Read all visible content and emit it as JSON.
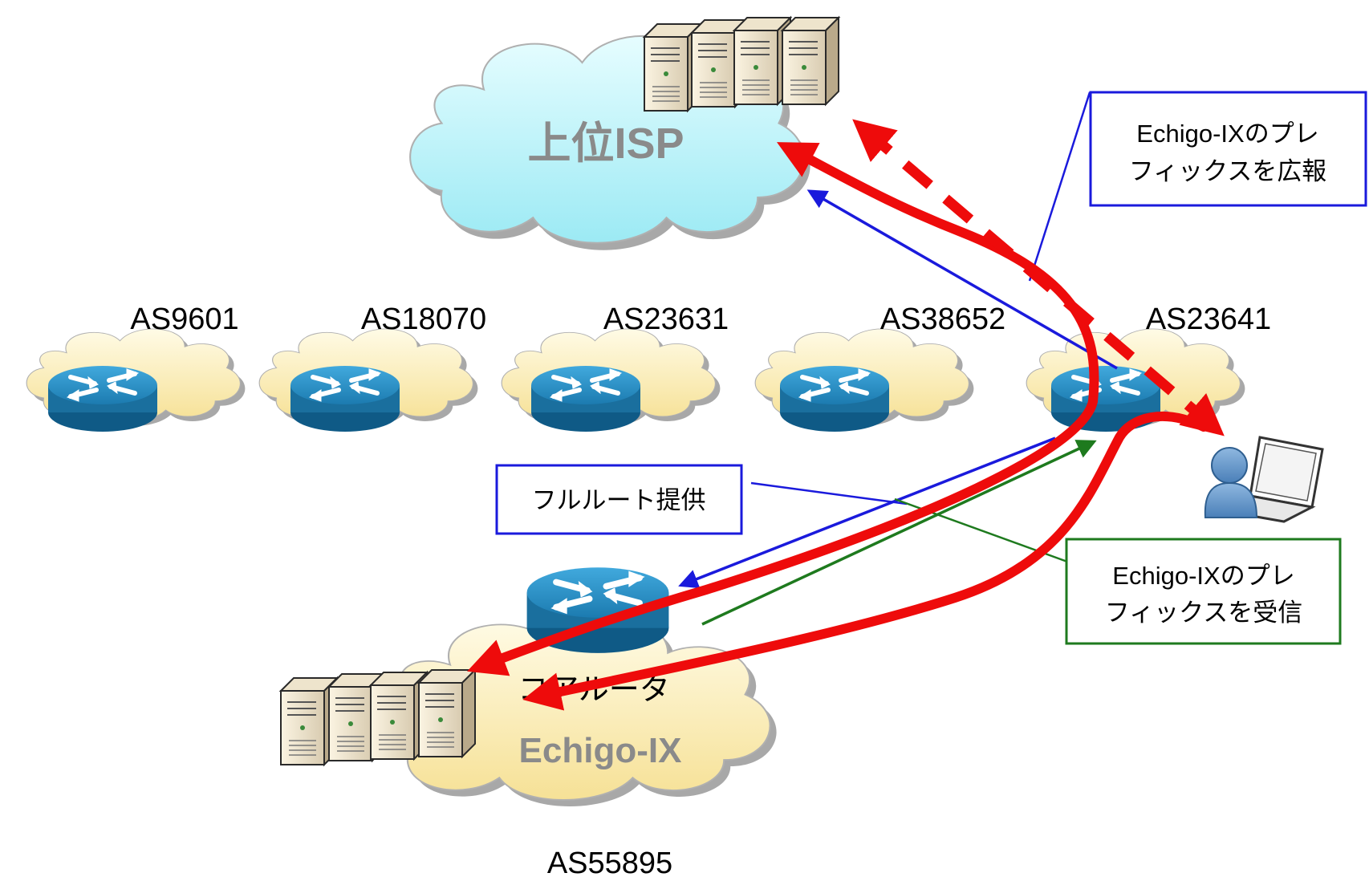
{
  "isp_cloud": {
    "title": "上位ISP"
  },
  "echigo_cloud": {
    "title": "Echigo-IX",
    "as_number": "AS55895",
    "router_label": "コアルータ"
  },
  "as_nodes": [
    {
      "label": "AS9601"
    },
    {
      "label": "AS18070"
    },
    {
      "label": "AS23631"
    },
    {
      "label": "AS38652"
    },
    {
      "label": "AS23641"
    }
  ],
  "callouts": {
    "advertise": {
      "line1": "Echigo-IXのプレ",
      "line2": "フィックスを広報",
      "color": "#1a1adc"
    },
    "fullroute": {
      "line1": "フルルート提供",
      "color": "#1a1adc"
    },
    "receive": {
      "line1": "Echigo-IXのプレ",
      "line2": "フィックスを受信",
      "color": "#1e7a1e"
    }
  },
  "colors": {
    "isp_cloud_fill": "#bff5fb",
    "as_cloud_fill": "#fbefb6",
    "echigo_cloud_fill": "#fbefb6",
    "router": "#1f7fb0",
    "traffic": "#ee0b0b",
    "route_advert": "#1a1adc",
    "route_receive": "#1e7a1e"
  },
  "icons": [
    "server-rack-icon",
    "router-icon",
    "user-laptop-icon",
    "cloud-icon"
  ]
}
